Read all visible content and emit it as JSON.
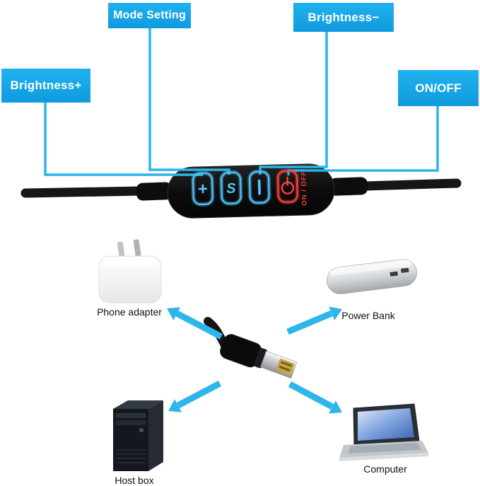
{
  "callouts": {
    "brightness_plus": {
      "label": "Brightness+"
    },
    "mode_setting": {
      "label": "Mode Setting"
    },
    "brightness_minus": {
      "label": "Brightness−"
    },
    "on_off": {
      "label": "ON/OFF"
    }
  },
  "remote": {
    "on_off_text": "ON / OFF",
    "buttons": [
      {
        "name": "brightness-plus-button",
        "glyph": "+"
      },
      {
        "name": "mode-setting-button",
        "glyph": "S"
      },
      {
        "name": "brightness-minus-button",
        "glyph": "|"
      },
      {
        "name": "power-button",
        "glyph": "⏻"
      }
    ]
  },
  "devices": [
    {
      "id": "phone-adapter",
      "label": "Phone adapter"
    },
    {
      "id": "power-bank",
      "label": "Power Bank"
    },
    {
      "id": "host-box",
      "label": "Host box"
    },
    {
      "id": "computer",
      "label": "Computer"
    }
  ],
  "colors": {
    "callout_bg": "#17a6e9",
    "callout_text": "#ffffff",
    "connector_line": "#2bb4e9",
    "arrow": "#2eb6ea",
    "button_blue": "#4fc7ff",
    "power_red": "#ff4040",
    "remote_body": "#0e0e0e",
    "usb_gold": "#c9a24a"
  }
}
